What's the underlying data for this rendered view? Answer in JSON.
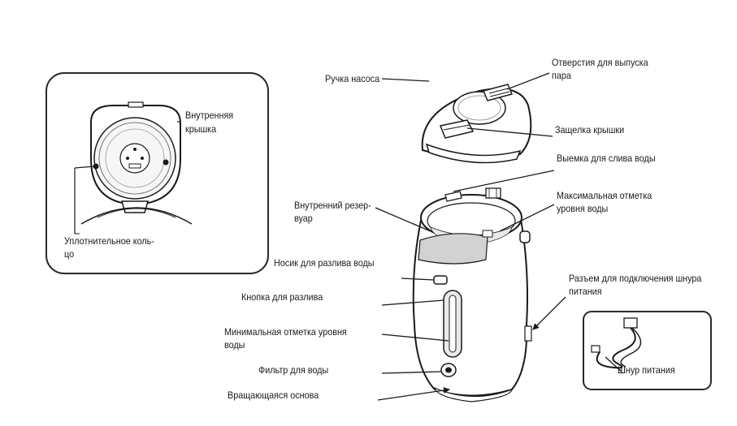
{
  "labels": {
    "steam_vents": [
      "Отверстия для выпуска",
      "пара"
    ],
    "pump_handle": "Ручка насоса",
    "lid_latch": "Защелка крышки",
    "drain_notch": "Выемка для слива воды",
    "inner_lid": [
      "Внутренняя",
      "крышка"
    ],
    "inner_reservoir": [
      "Внутренний резер-",
      "вуар"
    ],
    "max_level": [
      "Максимальная отметка",
      "уровня воды"
    ],
    "seal_ring": [
      "Уплотнительное   коль-",
      "цо"
    ],
    "spout": "Носик для разлива воды",
    "dispense_button": "Кнопка для разлива",
    "power_socket": [
      "Разъем для подключения шнура",
      "питания"
    ],
    "min_level": [
      "Минимальная отметка уровня",
      "воды"
    ],
    "water_filter": "Фильтр для воды",
    "power_cord": "Шнур питания",
    "rotating_base": "Вращающаяся основа"
  },
  "colors": {
    "line": "#1a1a1a",
    "body_fill": "#ffffff",
    "window_fill": "#e9e9e9",
    "grip_fill": "#d2d2d2",
    "panel_border": "#2a2a2a"
  }
}
